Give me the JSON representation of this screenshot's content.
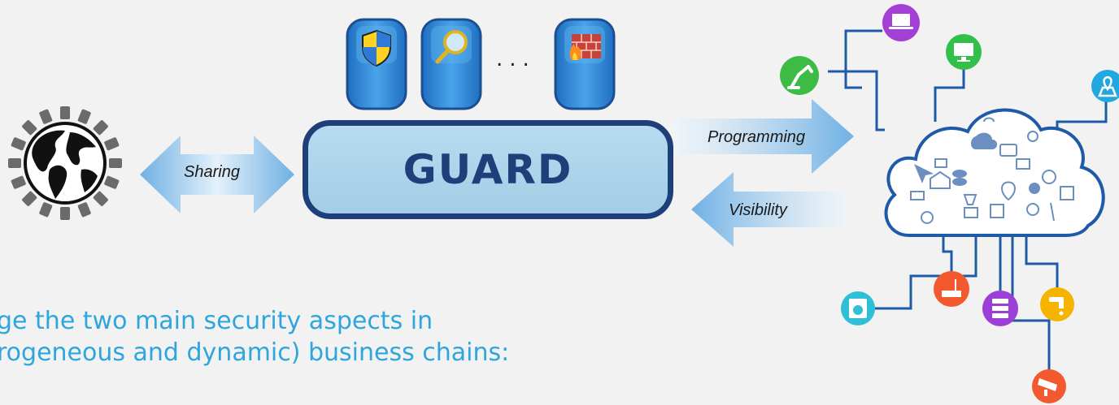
{
  "guard": {
    "logo_text": "GUARD"
  },
  "arrows": {
    "sharing": "Sharing",
    "programming": "Programming",
    "visibility": "Visibility"
  },
  "ellipsis": "...",
  "caption": {
    "line1": "ge the two main security aspects in",
    "line2": "rogeneous and dynamic) business chains:"
  },
  "security_modules": [
    {
      "icon": "shield-icon",
      "color": "#2f8fd6"
    },
    {
      "icon": "magnifier-icon",
      "color": "#2f8fd6"
    },
    {
      "icon": "firewall-icon",
      "color": "#2f8fd6"
    }
  ],
  "iot_devices": [
    {
      "icon": "laptop-icon",
      "color": "#a43fd6"
    },
    {
      "icon": "robot-arm-icon",
      "color": "#3dbb45"
    },
    {
      "icon": "monitor-icon",
      "color": "#32c04a"
    },
    {
      "icon": "location-map-icon",
      "color": "#22a8e0"
    },
    {
      "icon": "router-icon",
      "color": "#f2592f"
    },
    {
      "icon": "server-icon",
      "color": "#9b3fd6"
    },
    {
      "icon": "faucet-icon",
      "color": "#f5b400"
    },
    {
      "icon": "washing-machine-icon",
      "color": "#2fc0d8"
    },
    {
      "icon": "cctv-camera-icon",
      "color": "#f2592f"
    }
  ],
  "colors": {
    "guard_border": "#1e3f7a",
    "guard_fill": "#aed5ec",
    "caption": "#2ea6dd",
    "cloud_line": "#1e5aa8"
  }
}
